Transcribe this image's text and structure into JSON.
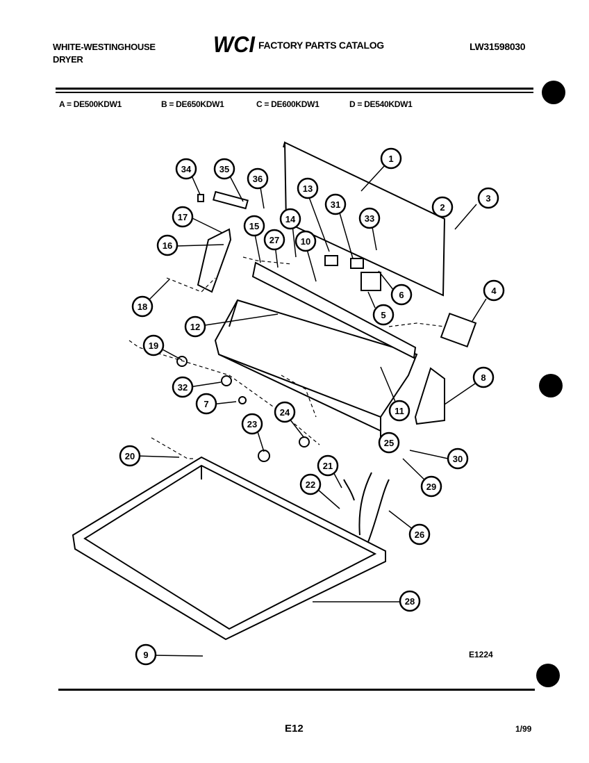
{
  "header": {
    "brand_line1": "WHITE-WESTINGHOUSE",
    "brand_line2": "DRYER",
    "logo_text": "WCI",
    "catalog_title": "FACTORY PARTS CATALOG",
    "catalog_number": "LW31598030"
  },
  "models": [
    {
      "text": "A = DE500KDW1"
    },
    {
      "text": "B = DE650KDW1"
    },
    {
      "text": "C = DE600KDW1"
    },
    {
      "text": "D = DE540KDW1"
    }
  ],
  "callouts": [
    "1",
    "2",
    "3",
    "4",
    "5",
    "6",
    "7",
    "8",
    "9",
    "10",
    "11",
    "12",
    "13",
    "14",
    "15",
    "16",
    "17",
    "18",
    "19",
    "20",
    "21",
    "22",
    "23",
    "24",
    "25",
    "26",
    "27",
    "28",
    "29",
    "30",
    "31",
    "32",
    "33",
    "34",
    "35",
    "36"
  ],
  "figure_id": "E1224",
  "footer": {
    "page": "E12",
    "date": "1/99"
  }
}
